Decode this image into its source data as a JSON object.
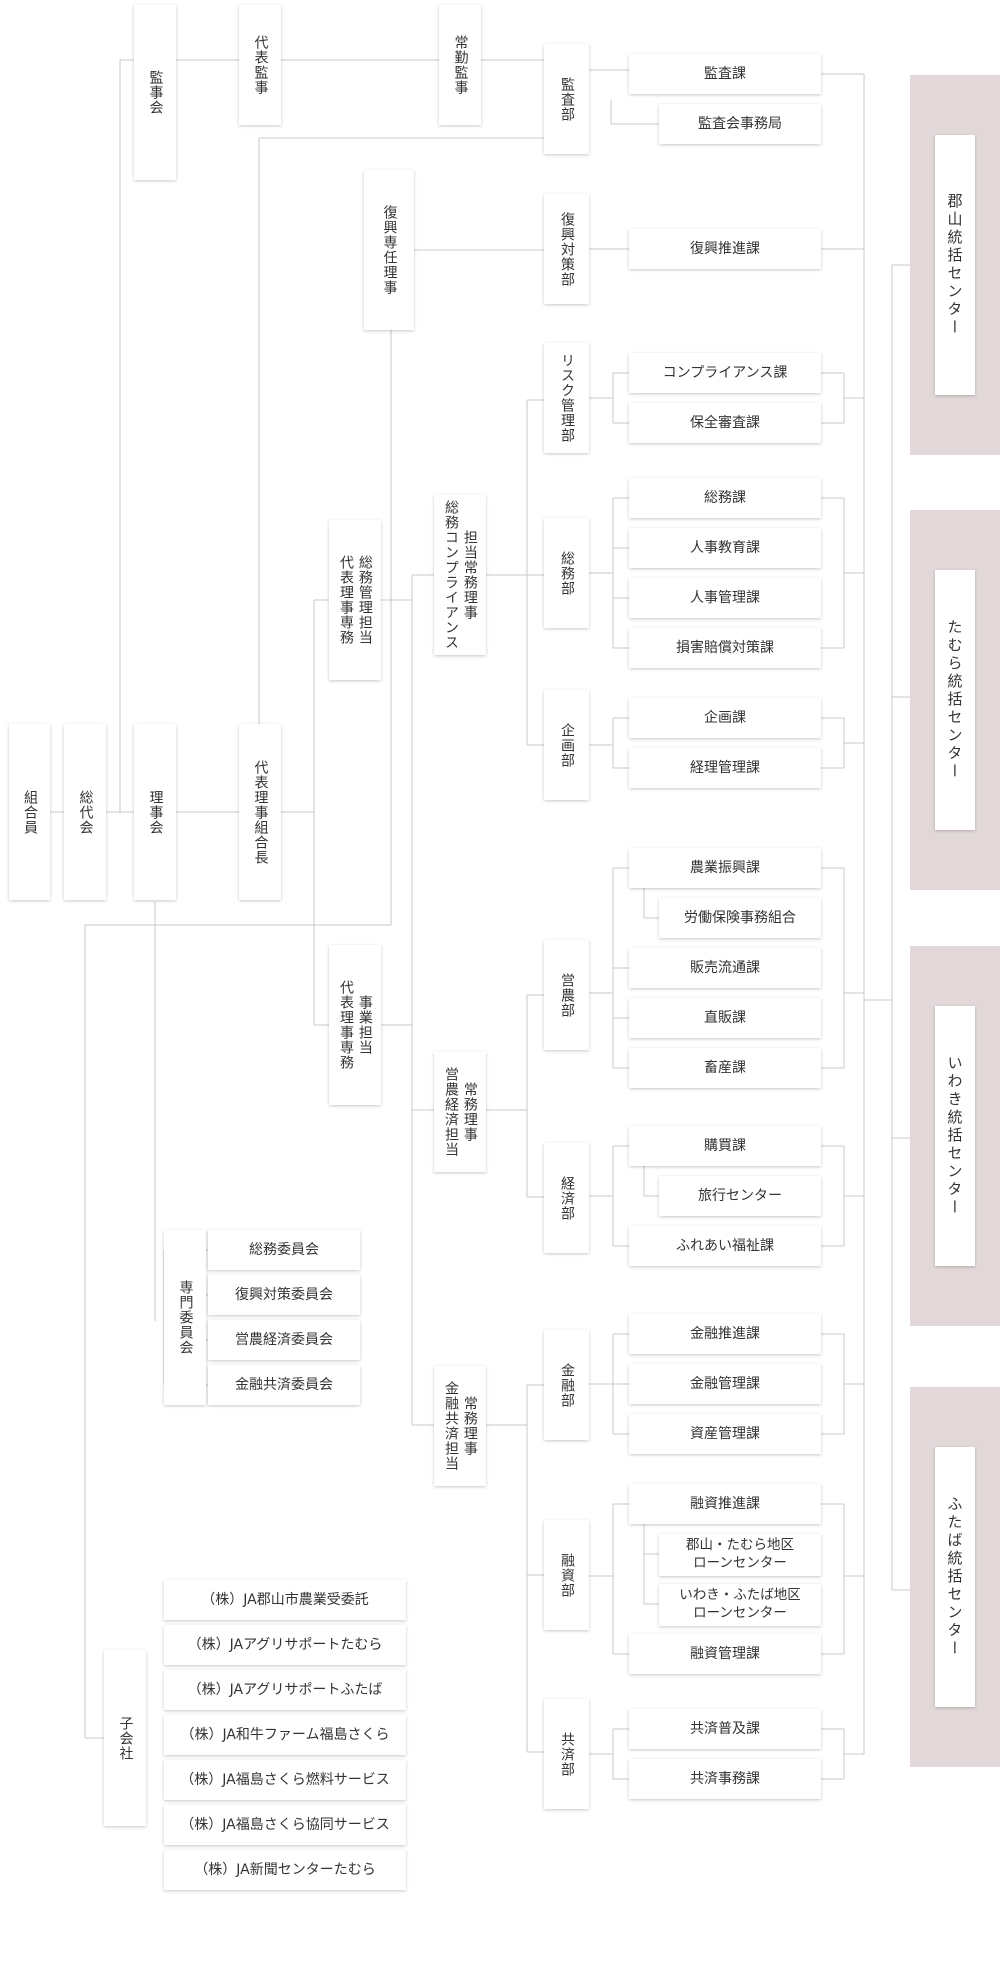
{
  "colors": {
    "line": "#c8c8c8",
    "band": "#e2d8d9",
    "box": "#ffffff",
    "text": "#333333"
  },
  "left": {
    "members": "組合員",
    "general_assembly": "総代会",
    "board_of_auditors": "監事会",
    "board_of_directors": "理事会",
    "representative_auditor": "代表監事",
    "full_time_auditor": "常勤監事",
    "representative_director": "代表理事組合長",
    "reconstruction_director": "復興専任理事",
    "sr_director_admin_a": "代表理事専務",
    "sr_director_admin_b": "総務管理担当",
    "sr_director_business_a": "代表理事専務",
    "sr_director_business_b": "事業担当",
    "exec_compliance_a": "総務コンプライアンス",
    "exec_compliance_b": "担当常務理事",
    "exec_agri_a": "営農経済担当",
    "exec_agri_b": "常務理事",
    "exec_finance_a": "金融共済担当",
    "exec_finance_b": "常務理事"
  },
  "committees": {
    "label": "専門委員会",
    "items": [
      "総務委員会",
      "復興対策委員会",
      "営農経済委員会",
      "金融共済委員会"
    ]
  },
  "subsidiaries": {
    "label": "子会社",
    "items": [
      "（株）JA郡山市農業受委託",
      "（株）JAアグリサポートたむら",
      "（株）JAアグリサポートふたば",
      "（株）JA和牛ファーム福島さくら",
      "（株）JA福島さくら燃料サービス",
      "（株）JA福島さくら協同サービス",
      "（株）JA新聞センターたむら"
    ]
  },
  "departments": {
    "audit": "監査部",
    "reconstruction": "復興対策部",
    "risk": "リスク管理部",
    "general_affairs": "総務部",
    "planning": "企画部",
    "agriculture": "営農部",
    "economy": "経済部",
    "finance": "金融部",
    "loans": "融資部",
    "mutual_aid": "共済部"
  },
  "sections": {
    "audit_section": "監査課",
    "audit_bureau": "監査会事務局",
    "reconstruction_promotion": "復興推進課",
    "compliance": "コンプライアンス課",
    "conservation": "保全審査課",
    "general_affairs": "総務課",
    "hr_education": "人事教育課",
    "hr_management": "人事管理課",
    "damages": "損害賠償対策課",
    "planning": "企画課",
    "accounting": "経理管理課",
    "agri_promotion": "農業振興課",
    "labor_insurance": "労働保険事務組合",
    "sales_distribution": "販売流通課",
    "direct_sales": "直販課",
    "livestock": "畜産課",
    "purchasing": "購買課",
    "travel": "旅行センター",
    "welfare": "ふれあい福祉課",
    "finance_promotion": "金融推進課",
    "finance_management": "金融管理課",
    "asset_management": "資産管理課",
    "loan_promotion": "融資推進課",
    "loan_center_koriyama": "郡山・たむら地区\nローンセンター",
    "loan_center_iwaki": "いわき・ふたば地区\nローンセンター",
    "loan_management": "融資管理課",
    "mutual_promotion": "共済普及課",
    "mutual_office": "共済事務課"
  },
  "centers": [
    "郡山統括センター",
    "たむら統括センター",
    "いわき統括センター",
    "ふたば統括センター"
  ]
}
